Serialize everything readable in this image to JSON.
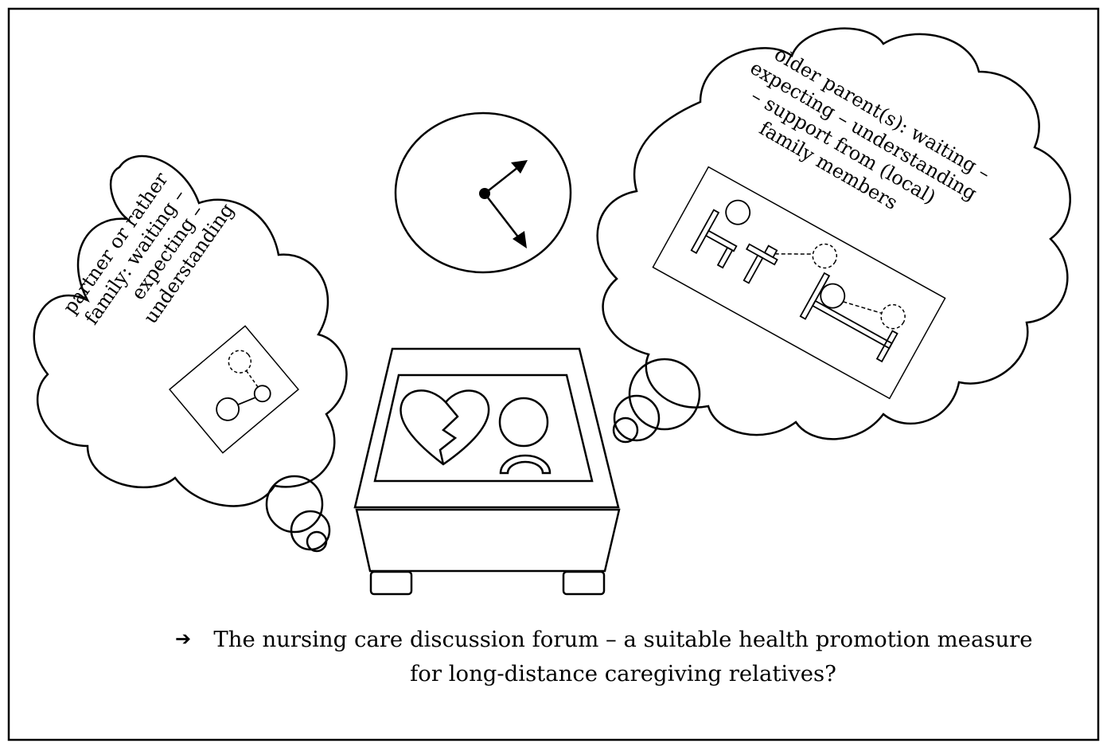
{
  "left_cloud": {
    "lines": [
      "partner or rather",
      "family: waiting –",
      "expecting –",
      "understanding"
    ]
  },
  "right_cloud": {
    "lines": [
      "older parent(s): waiting –",
      "expecting – understanding",
      "– support from (local)",
      "family members"
    ]
  },
  "caption": {
    "arrow": "➔",
    "line1": "The nursing care discussion forum – a suitable health promotion measure",
    "line2": "for long-distance caregiving relatives?"
  }
}
